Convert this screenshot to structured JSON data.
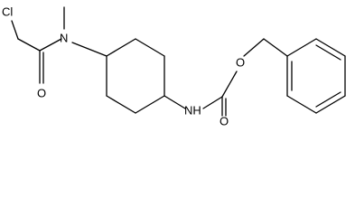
{
  "molecule": {
    "atoms": {
      "chlorine": "Cl",
      "carbonyl_oxygen_left": "O",
      "amide_nitrogen": "N",
      "carbamate_nitrogen": "NH",
      "carbamate_oxygen_bottom": "O",
      "ester_oxygen": "O"
    }
  },
  "colors": {
    "bond": "#000000",
    "label": "#000000",
    "background": "#ffffff"
  }
}
